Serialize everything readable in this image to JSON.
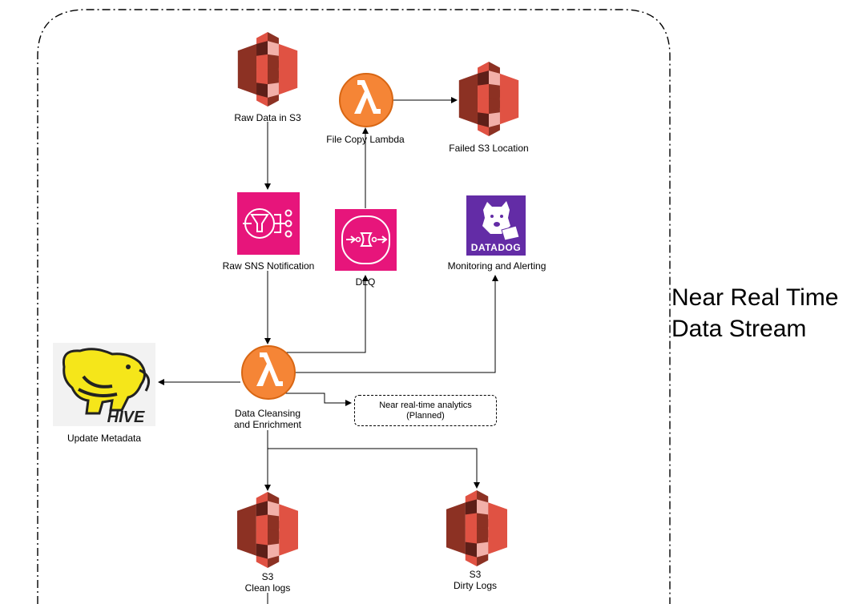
{
  "title": {
    "line1": "Near Real Time",
    "line2": "Data Stream"
  },
  "nodes": {
    "raw_s3": {
      "label": "Raw Data in S3",
      "icon": "s3-bucket-icon"
    },
    "file_copy_lambda": {
      "label": "File Copy Lambda",
      "icon": "lambda-icon"
    },
    "failed_s3": {
      "label": "Failed S3 Location",
      "icon": "s3-bucket-icon"
    },
    "raw_sns": {
      "label": "Raw SNS Notification",
      "icon": "sns-icon"
    },
    "dlq": {
      "label": "DLQ",
      "icon": "sqs-icon"
    },
    "monitoring": {
      "label": "Monitoring and Alerting",
      "icon": "datadog-icon",
      "logo_text": "DATADOG"
    },
    "cleansing_lambda": {
      "label_line1": "Data Cleansing",
      "label_line2": "and Enrichment",
      "icon": "lambda-icon"
    },
    "hive": {
      "label": "Update Metadata",
      "icon": "hive-icon",
      "logo_text": "HIVE"
    },
    "analytics": {
      "label_line1": "Near real-time analytics",
      "label_line2": "(Planned)"
    },
    "clean_logs": {
      "label_line1": "S3",
      "label_line2": "Clean logs",
      "icon": "s3-bucket-icon"
    },
    "dirty_logs": {
      "label_line1": "S3",
      "label_line2": "Dirty Logs",
      "icon": "s3-bucket-icon"
    }
  },
  "colors": {
    "s3_light": "#E05243",
    "s3_dark": "#8C3123",
    "lambda": "#F58536",
    "lambda_edge": "#D86613",
    "sns": "#E7157B",
    "sns_dark": "#BE0F63",
    "datadog": "#632CA6",
    "hive_yellow": "#F5E61A",
    "hive_bg": "#F2F2F2"
  }
}
